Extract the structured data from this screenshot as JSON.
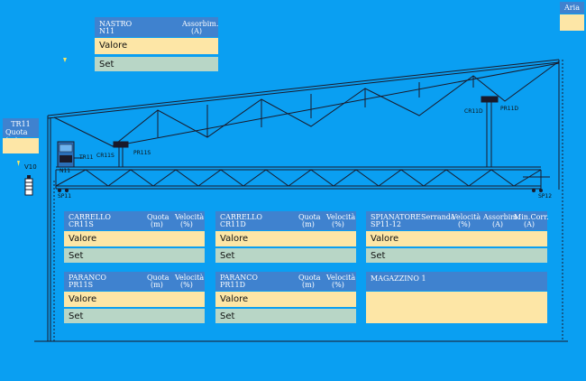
{
  "aria": {
    "label": "Aria"
  },
  "nastro": {
    "title": "NASTRO",
    "id": "N11",
    "col1": "Assorbim.",
    "col1_unit": "(A)",
    "valore": "Valore",
    "set": "Set"
  },
  "tr11": {
    "title": "TR11",
    "sub": "Quota (m)"
  },
  "drawing": {
    "v10": "V10",
    "n11": "N11",
    "tr11": "TR11",
    "cr11s": "CR11S",
    "pr11s": "PR11S",
    "cr11d": "CR11D",
    "pr11d": "PR11D",
    "sp11": "SP11",
    "sp12": "SP12"
  },
  "panels": {
    "carrello_s": {
      "title": "CARRELLO",
      "id": "CR11S",
      "c1": "Quota",
      "c1u": "(m)",
      "c2": "Velocità",
      "c2u": "(%)",
      "valore": "Valore",
      "set": "Set"
    },
    "carrello_d": {
      "title": "CARRELLO",
      "id": "CR11D",
      "c1": "Quota",
      "c1u": "(m)",
      "c2": "Velocità",
      "c2u": "(%)",
      "valore": "Valore",
      "set": "Set"
    },
    "spianatore": {
      "title": "SPIANATORE",
      "id": "SP11-12",
      "c0": "Serranda",
      "c1": "Velocità",
      "c1u": "(%)",
      "c2": "Assorbim.",
      "c2u": "(A)",
      "c3": "Min.Corr.",
      "c3u": "(A)",
      "valore": "Valore",
      "set": "Set"
    },
    "paranco_s": {
      "title": "PARANCO",
      "id": "PR11S",
      "c1": "Quota",
      "c1u": "(m)",
      "c2": "Velocità",
      "c2u": "(%)",
      "valore": "Valore",
      "set": "Set"
    },
    "paranco_d": {
      "title": "PARANCO",
      "id": "PR11D",
      "c1": "Quota",
      "c1u": "(m)",
      "c2": "Velocità",
      "c2u": "(%)",
      "valore": "Valore",
      "set": "Set"
    },
    "magazzino": {
      "title": "MAGAZZINO 1"
    }
  },
  "colors": {
    "background": "#0a9ff2",
    "header": "#3f82cf",
    "value": "#fde6a6",
    "set": "#b8d6c6"
  }
}
